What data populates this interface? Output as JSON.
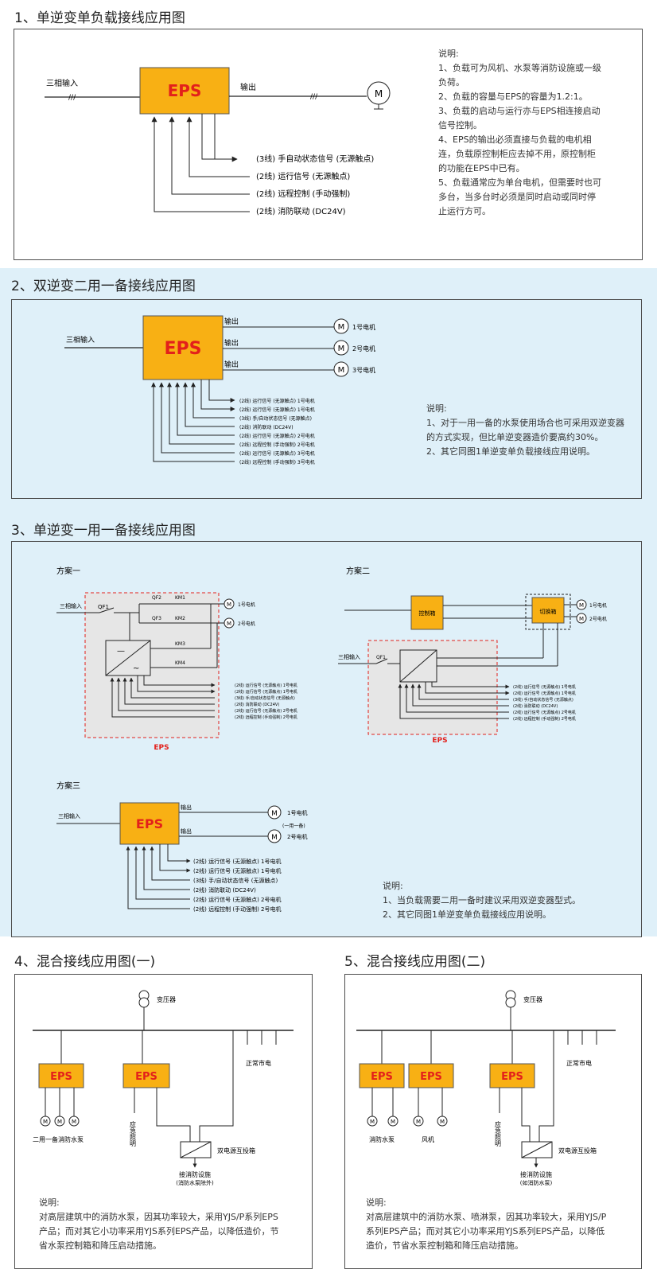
{
  "s1": {
    "title": "1、单逆变单负载接线应用图",
    "input": "三相输入",
    "eps": "EPS",
    "output": "输出",
    "motor": "M",
    "signals": [
      "(3线) 手自动状态信号 (无源触点)",
      "(2线) 运行信号 (无源触点)",
      "(2线) 远程控制 (手动强制)",
      "(2线) 消防联动 (DC24V)"
    ],
    "notes": [
      "说明:",
      "1、负载可为风机、水泵等消防设施或一级负荷。",
      "2、负载的容量与EPS的容量为1.2:1。",
      "3、负载的启动与运行亦与EPS相连接启动信号控制。",
      "4、EPS的输出必须直接与负载的电机相连，负载原控制柜应去掉不用，原控制柜的功能在EPS中已有。",
      "5、负载通常应为单台电机，但需要时也可多台，当多台时必须是同时启动或同时停止运行方可。"
    ]
  },
  "s2": {
    "title": "2、双逆变二用一备接线应用图",
    "input": "三相输入",
    "eps": "EPS",
    "outputs": [
      "输出",
      "输出",
      "输出"
    ],
    "motors": [
      "1号电机",
      "2号电机",
      "3号电机"
    ],
    "signals": [
      "(2线) 运行信号 (无源触点) 1号电机",
      "(2线) 运行信号 (无源触点) 1号电机",
      "(3线) 手/自动状态信号 (无源触点)",
      "(2线) 消防联动 (DC24V)",
      "(2线) 运行信号 (无源触点) 2号电机",
      "(2线) 远程控制 (手动强制) 2号电机",
      "(2线) 运行信号 (无源触点) 3号电机",
      "(2线) 远程控制 (手动强制) 3号电机"
    ],
    "notes": [
      "说明:",
      "1、对于一用一备的水泵使用场合也可采用双逆变器的方式实现，但比单逆变器造价要高约30%。",
      "2、其它同图1单逆变单负载接线应用说明。"
    ]
  },
  "s3": {
    "title": "3、单逆变一用一备接线应用图",
    "plan1": "方案一",
    "plan2": "方案二",
    "plan3": "方案三",
    "input": "三相输入",
    "qf1": "QF1",
    "qf2": "QF2",
    "qf3": "QF3",
    "km1": "KM1",
    "km2": "KM2",
    "km3": "KM3",
    "km4": "KM4",
    "motor1": "1号电机",
    "motor2": "2号电机",
    "eps_label": "EPS",
    "ctrl_box": "控制箱",
    "switch_box": "切换箱",
    "small_signals": [
      "(2线) 运行信号 (无源触点) 1号电机",
      "(2线) 运行信号 (无源触点) 1号电机",
      "(3线) 手/自动状态信号 (无源触点)",
      "(2线) 消防联动 (DC24V)",
      "(2线) 运行信号 (无源触点) 2号电机",
      "(2线) 远程控制 (手动强制) 2号电机"
    ],
    "p3_outputs": [
      "输出",
      "输出"
    ],
    "p3_motors": [
      "1号电机",
      "2号电机"
    ],
    "p3_note": "(一用一备)",
    "p3_signals": [
      "(2线) 运行信号 (无源触点) 1号电机",
      "(2线) 运行信号 (无源触点) 1号电机",
      "(3线) 手/自动状态信号 (无源触点)",
      "(2线) 消防联动 (DC24V)",
      "(2线) 运行信号 (无源触点) 2号电机",
      "(2线) 远程控制 (手动强制) 2号电机"
    ],
    "notes": [
      "说明:",
      "1、当负载需要二用一备时建议采用双逆变器型式。",
      "2、其它同图1单逆变单负载接线应用说明。"
    ]
  },
  "s4": {
    "title": "4、混合接线应用图(一)",
    "transformer": "变压器",
    "mains": "正常市电",
    "eps": "EPS",
    "emergency": "应急照明",
    "fire_pump": "二用一备消防水泵",
    "dual_box": "双电源互投箱",
    "fire_fac": "接消防设施",
    "fire_fac2": "(消防水泵除外)",
    "notes": [
      "说明:",
      "对高层建筑中的消防水泵，因其功率较大，采用YJS/P系列EPS产品；而对其它小功率采用YJS系列EPS产品，以降低造价，节省水泵控制箱和降压启动措施。"
    ]
  },
  "s5": {
    "title": "5、混合接线应用图(二)",
    "transformer": "变压器",
    "mains": "正常市电",
    "eps": "EPS",
    "emergency": "应急照明",
    "fire_pump": "消防水泵",
    "fan": "风机",
    "dual_box": "双电源互投箱",
    "fire_fac": "接消防设施",
    "fire_fac2": "(如消防水泵)",
    "notes": [
      "说明:",
      "对高层建筑中的消防水泵、喷淋泵，因其功率较大，采用YJS/P系列EPS产品；而对其它小功率采用YJS系列EPS产品，以降低造价，节省水泵控制箱和降压启动措施。"
    ]
  },
  "colors": {
    "eps_fill": "#f8b014",
    "eps_text": "#e3201b",
    "band": "#dff0f9",
    "dashed": "#e3201b"
  }
}
